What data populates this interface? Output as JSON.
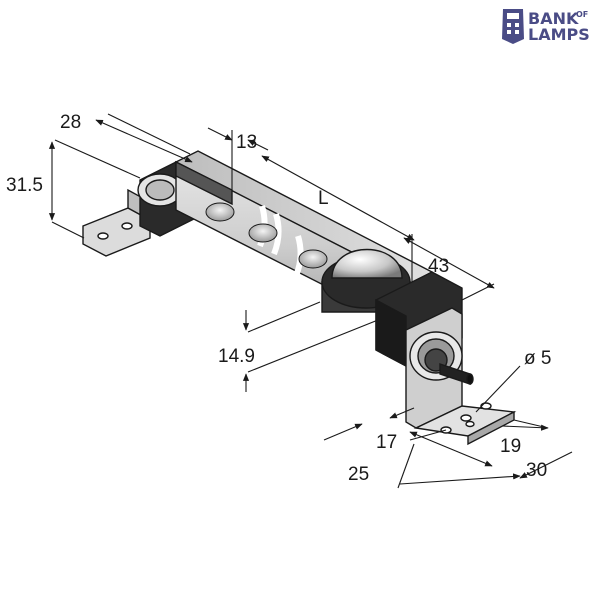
{
  "logo": {
    "line1": "BANK",
    "of": "OF",
    "line2": "LAMPS",
    "color": "#4a4c86"
  },
  "dimensions": {
    "d28": "28",
    "d13": "13",
    "d31_5": "31.5",
    "dL": "L",
    "d43": "43",
    "d14_9": "14.9",
    "d_dia5": "ø 5",
    "d17": "17",
    "d19": "19",
    "d25": "25",
    "d30": "30"
  },
  "colors": {
    "housing": "#cfcfcf",
    "housing_dark": "#8a8a8a",
    "end_cap": "#2a2a2a",
    "line": "#1a1a1a"
  }
}
